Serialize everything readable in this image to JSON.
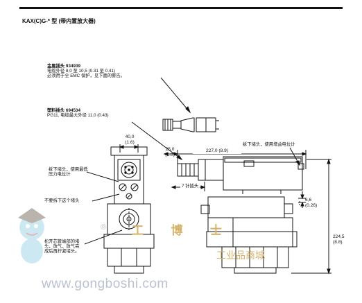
{
  "page_title": "KAX(C)G-* 型 (带内置放大器)",
  "callouts": {
    "metal_plug": {
      "heading": "金属插头 934939",
      "line1": "电缆外径 8,0 至 10,5 (0.31 至 0.41)",
      "line2": "必须用于全 EMC 保护，见下面的警告。"
    },
    "plastic_plug": {
      "heading": "塑料插头 694534",
      "line1": "PG11, 电缆最大外径 11,0 (0.43)"
    },
    "remove_plug_right": "拆下堵头，使用增益电位计",
    "remove_plug_left": [
      "拆下堵头，使用最低",
      "压力电位计"
    ],
    "do_not_remove": "不要拆下这个堵头",
    "pilot_bleed": [
      "松开芯管端部的堵",
      "头，放气，放气完",
      "成后再拧紧堵头。"
    ],
    "pin_plug": "7 针插头"
  },
  "dimensions": {
    "width_top": {
      "mm": "40,0",
      "inch": "(1.6)"
    },
    "offset": {
      "mm": "25,0",
      "inch": "(1.0)"
    },
    "length": {
      "mm": "227,0 (8.9)"
    },
    "small": {
      "mm": "6,6",
      "inch": "(0.26)"
    },
    "height": {
      "mm": "224,5",
      "inch": "(8.8)"
    }
  },
  "watermark": {
    "url": "www.gongboshi.com",
    "cn_brand": "工  博  士",
    "cn_mall": "工业品商城",
    "reg": "®"
  },
  "colors": {
    "line": "#111111",
    "watermark_blue": "#b9c3cf",
    "watermark_gold": "#d4b36a",
    "mascot": "#8fd0e6"
  }
}
